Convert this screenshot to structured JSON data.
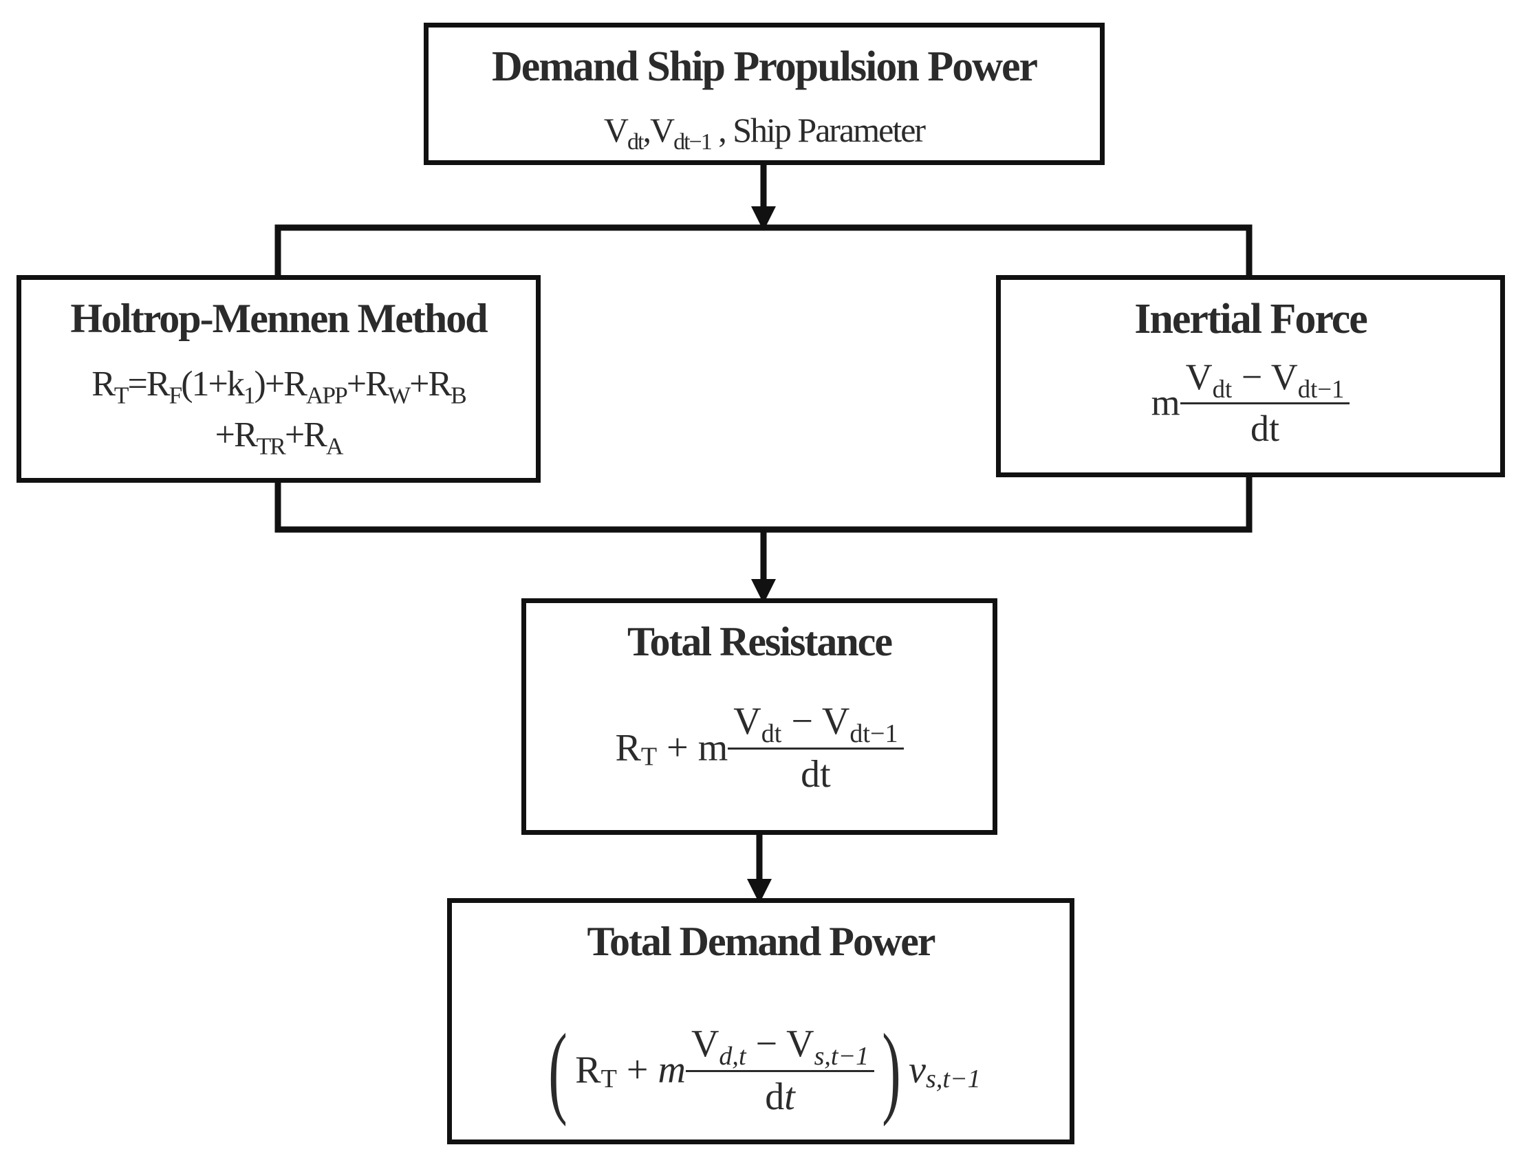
{
  "boxes": {
    "demand": {
      "title": "Demand Ship Propulsion Power",
      "v1": "V",
      "v1_sub": "dt",
      "comma": ",",
      "v2": "V",
      "v2_sub": "dt−1",
      "tail": " , Ship Parameter"
    },
    "holtrop": {
      "title": "Holtrop-Mennen Method",
      "line1": {
        "r": "R",
        "t_sub": "T",
        "eq": "=",
        "rf": "R",
        "f_sub": "F",
        "paren_open": "(1+k",
        "k_sub": "1",
        "paren_close": ")",
        "plus1": "+",
        "rapp": "R",
        "app_sub": "APP",
        "plus2": "+",
        "rw": "R",
        "w_sub": "W",
        "plus3": "+",
        "rb": "R",
        "b_sub": "B"
      },
      "line2": {
        "plus1": "+",
        "rtr": "R",
        "tr_sub": "TR",
        "plus2": "+",
        "ra": "R",
        "a_sub": "A"
      }
    },
    "inertial": {
      "title": "Inertial Force",
      "m": "m",
      "num_v1": "V",
      "num_v1_sub": "dt",
      "minus": " − ",
      "num_v2": "V",
      "num_v2_sub": "dt−1",
      "den": "dt"
    },
    "total_resistance": {
      "title": "Total Resistance",
      "r": "R",
      "r_sub": "T",
      "plus": " + ",
      "m": "m",
      "num_v1": "V",
      "num_v1_sub": "dt",
      "minus": " − ",
      "num_v2": "V",
      "num_v2_sub": "dt−1",
      "den": "dt"
    },
    "total_demand_power": {
      "title": "Total Demand Power",
      "paren_open": "(",
      "r": "R",
      "r_sub": "T",
      "plus": " + ",
      "m": "m",
      "num_v1": "V",
      "num_v1_sub": "d,t",
      "minus": " − ",
      "num_v2": "V",
      "num_v2_sub": "s,t−1",
      "den_d": "d",
      "den_t": "t",
      "paren_close": ")",
      "v": "v",
      "v_sub": "s,t−1"
    }
  }
}
